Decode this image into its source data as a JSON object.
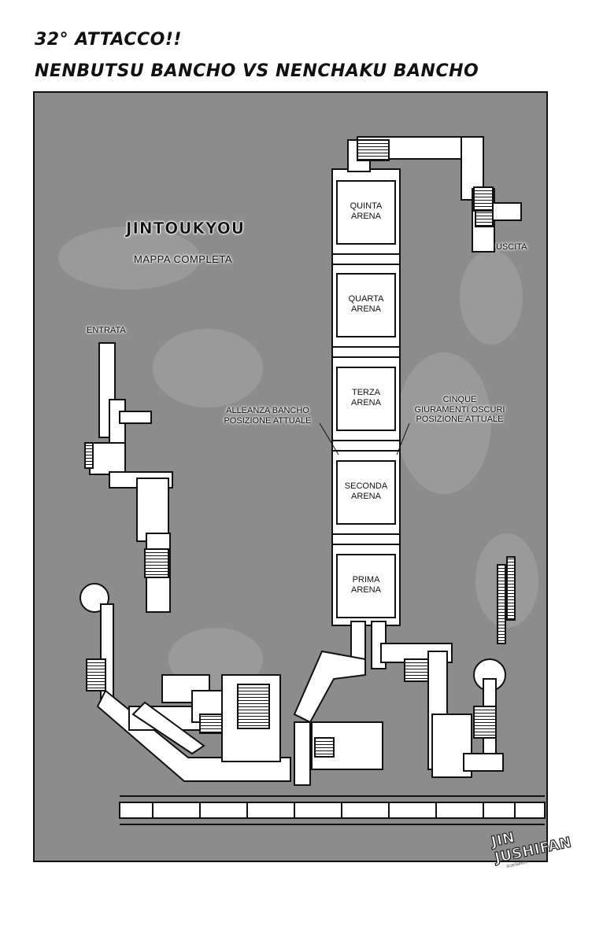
{
  "header": {
    "chapter": "32° ATTACCO!!",
    "subtitle": "NENBUTSU BANCHO VS NENCHAKU BANCHO"
  },
  "map": {
    "name": "JINTOUKYOU",
    "caption": "MAPPA COMPLETA",
    "entrance": "ENTRATA",
    "exit": "USCITA",
    "arenas": [
      "QUINTA\nARENA",
      "QUARTA\nARENA",
      "TERZA\nARENA",
      "SECONDA\nARENA",
      "PRIMA\nARENA"
    ],
    "marker_left": "ALLEANZA BANCHO\nPOSIZIONE ATTUALE",
    "marker_right": "CINQUE\nGIURAMENTI OSCURI\nPOSIZIONE ATTUALE"
  },
  "watermark": {
    "text": "JIN JUSHIFAN",
    "subtext": "scanlation"
  },
  "colors": {
    "panel_bg": "#8c8c8c",
    "corridor": "#ffffff",
    "ink": "#111111"
  }
}
